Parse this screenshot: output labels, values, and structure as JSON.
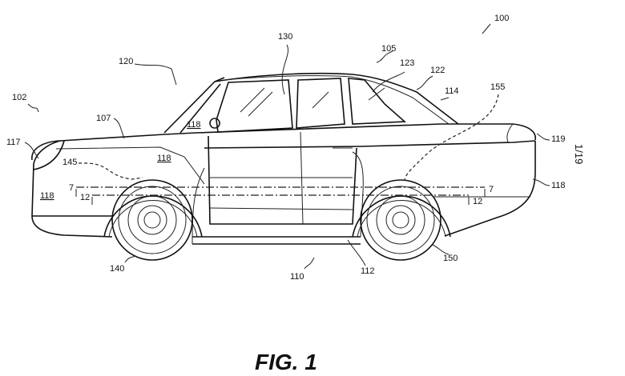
{
  "sheet": "1/19",
  "figure_title": "FIG. 1",
  "labels": {
    "vehicle": "100",
    "front_end": "102",
    "roof": "105",
    "hood": "107",
    "underbody": "110",
    "rocker": "112",
    "rear_window_trim": "114",
    "front_light": "117",
    "panel": "118",
    "rear_light": "119",
    "windshield": "120",
    "rear_pillar": "122",
    "rear_glass": "123",
    "cabin": "130",
    "front_wheel": "140",
    "front_path": "145",
    "rear_wheel": "150",
    "rear_path": "155",
    "section_7": "7",
    "section_12": "12"
  }
}
